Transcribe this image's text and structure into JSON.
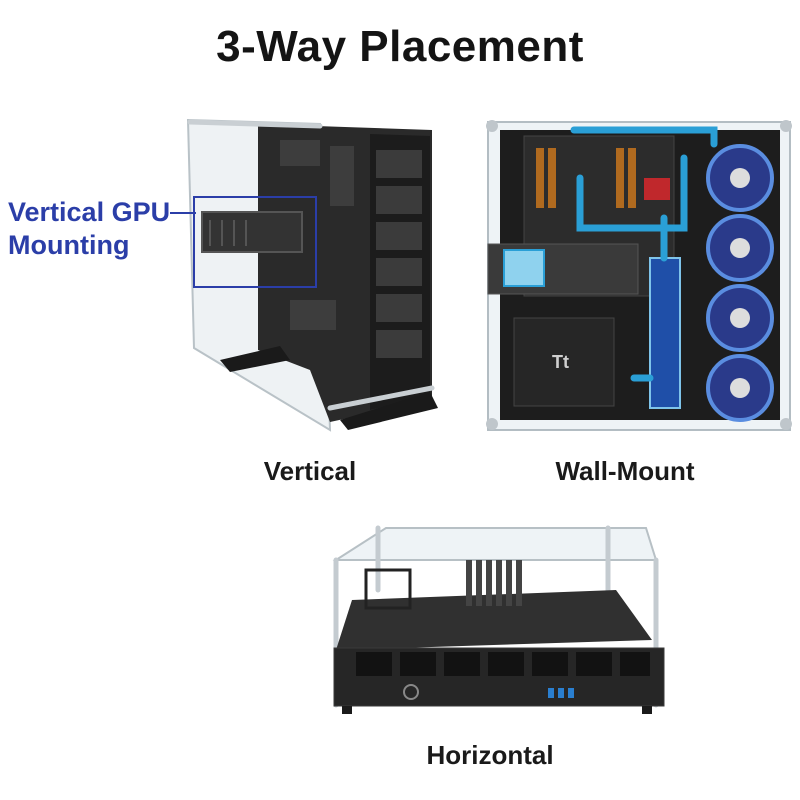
{
  "title": "3-Way Placement",
  "callout": {
    "line1": "Vertical GPU",
    "line2": "Mounting"
  },
  "captions": {
    "vertical": "Vertical",
    "wall_mount": "Wall-Mount",
    "horizontal": "Horizontal"
  },
  "colors": {
    "callout_blue": "#2b3ea8",
    "case_black": "#1f1f1f",
    "coolant_blue": "#2a9fd6"
  },
  "logo_text": "Tt"
}
